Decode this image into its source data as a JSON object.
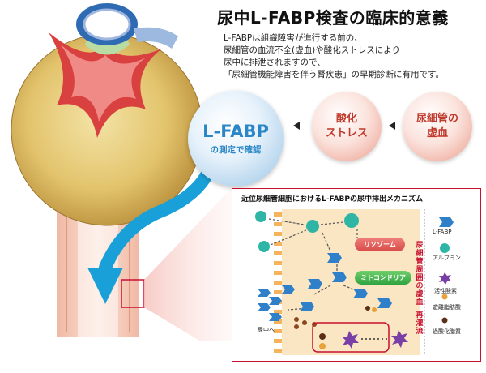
{
  "header": {
    "title": "尿中L-FABP検査の臨床的意義",
    "description_lines": [
      "L-FABPは組織障害が進行する前の、",
      "尿細管の血流不全(虚血)や酸化ストレスにより",
      "尿中に排泄されますので、",
      "「尿細管機能障害を伴う腎疾患」の早期診断に有用です。"
    ]
  },
  "bubbles": {
    "lfabp_main": "L-FABP",
    "lfabp_sub": "の測定で確認",
    "stress_line1": "酸化",
    "stress_line2": "ストレス",
    "ischemia_line1": "尿細管の",
    "ischemia_line2": "虚血"
  },
  "mechanism": {
    "title": "近位尿細管細胞におけるL-FABPの尿中排出メカニズム",
    "lysosome": "リソゾーム",
    "mitochondria": "ミトコンドリア",
    "urine_label": "尿中へ",
    "vertical_label_1": "尿細管周囲の虚血",
    "vertical_label_2": "再灌流",
    "legend": {
      "lfabp": "L-FABP",
      "albumin": "アルブミン",
      "ros": "活性酸素",
      "fatty_acid": "遊離脂肪酸",
      "lipid_peroxide": "過酸化脂質"
    }
  },
  "colors": {
    "accent_red": "#c8102e",
    "lfabp_blue": "#2a86c7",
    "albumin_teal": "#2fb5a6",
    "ros_purple": "#7a3fa6"
  }
}
